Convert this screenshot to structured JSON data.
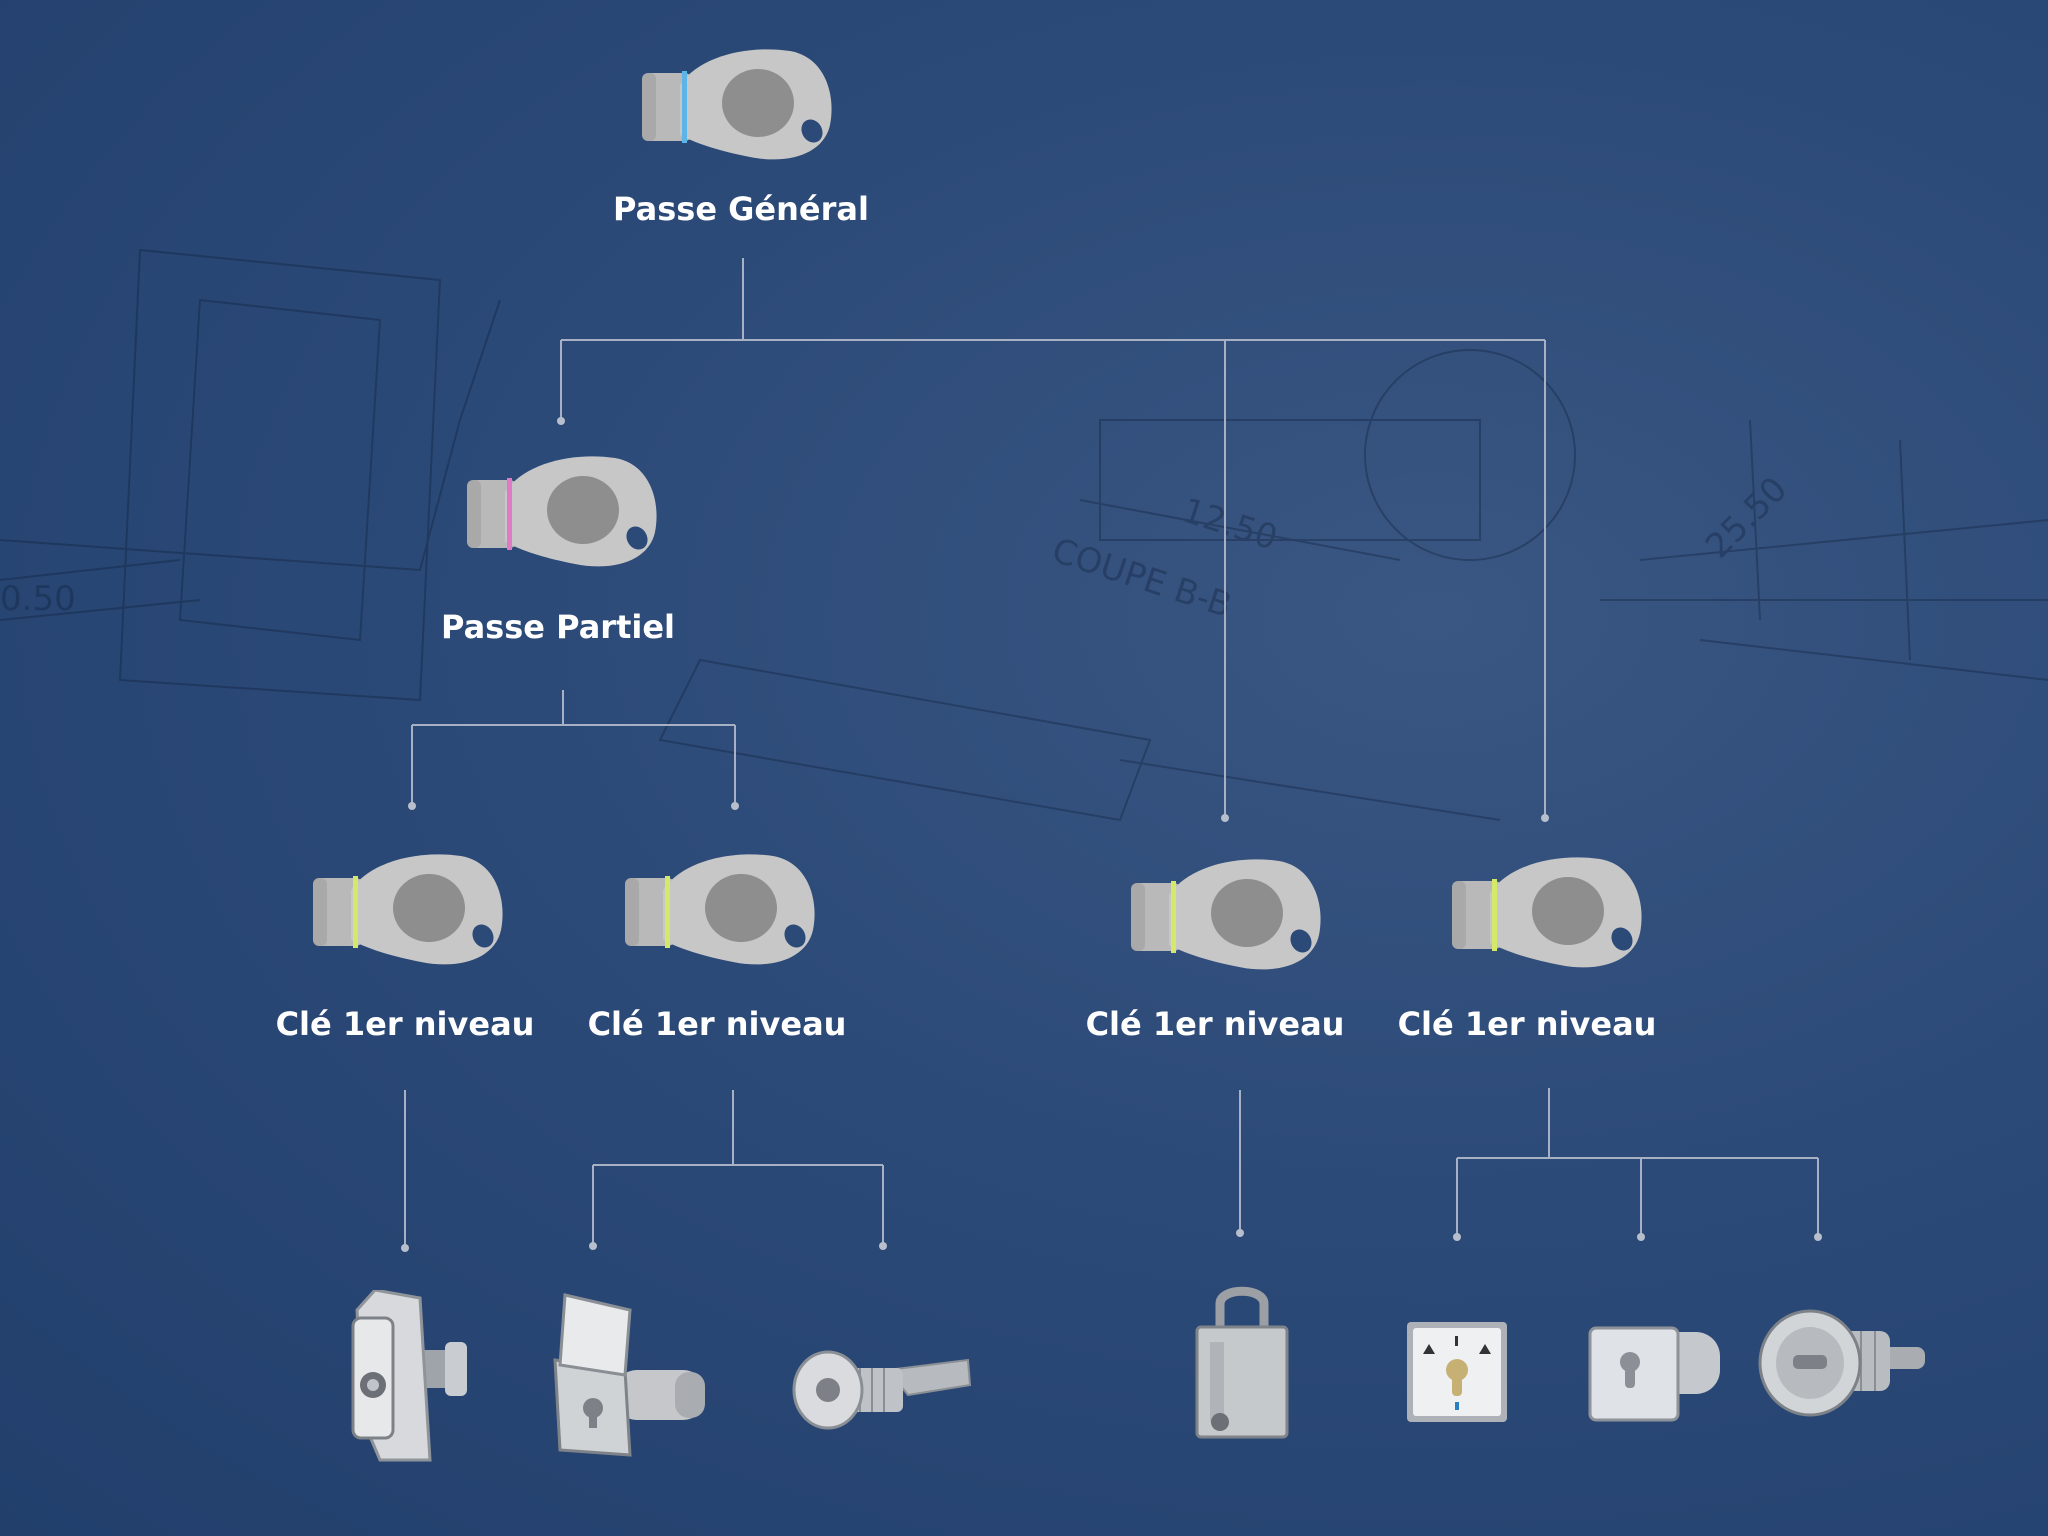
{
  "theme": {
    "background": "#2c4a78",
    "connector": "#a7b1c3",
    "key_body": "#c7c7c7",
    "key_center": "#8e8e8e"
  },
  "master_key": {
    "label": "Passe Général",
    "ring_color": "#5bb5e8",
    "icon": "key-fob-icon"
  },
  "partial_key": {
    "label": "Passe Partiel",
    "ring_color": "#e07ac4",
    "icon": "key-fob-icon"
  },
  "level1_keys": [
    {
      "label": "Clé 1er niveau",
      "ring_color": "#d4e86a"
    },
    {
      "label": "Clé 1er niveau",
      "ring_color": "#d4e86a"
    },
    {
      "label": "Clé 1er niveau",
      "ring_color": "#d4e86a"
    },
    {
      "label": "Clé 1er niveau",
      "ring_color": "#d4e86a"
    }
  ],
  "locks": [
    {
      "icon": "t-handle-lock-icon"
    },
    {
      "icon": "flap-cylinder-lock-icon"
    },
    {
      "icon": "cam-lock-icon"
    },
    {
      "icon": "padlock-icon"
    },
    {
      "icon": "key-switch-icon"
    },
    {
      "icon": "square-cylinder-lock-icon"
    },
    {
      "icon": "round-cylinder-lock-icon"
    }
  ]
}
